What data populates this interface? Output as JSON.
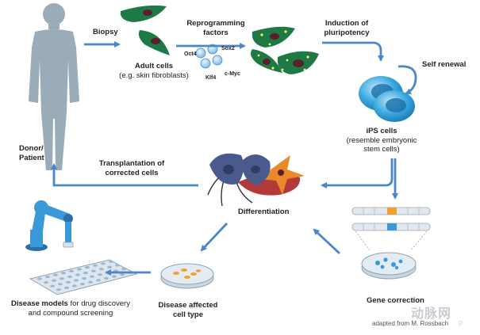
{
  "labels": {
    "donor": "Donor/\nPatient",
    "biopsy": "Biopsy",
    "adult_cells_title": "Adult cells",
    "adult_cells_sub": "(e.g. skin fibroblasts)",
    "reprogramming": "Reprogramming\nfactors",
    "factor_oct4": "Oct4",
    "factor_sox2": "Sox2",
    "factor_klf4": "Klf4",
    "factor_cmyc": "c-Myc",
    "induction": "Induction of\npluripotency",
    "self_renewal": "Self renewal",
    "ips_title": "iPS cells",
    "ips_sub": "(resemble embryonic\nstem cells)",
    "transplantation": "Transplantation of\ncorrected cells",
    "differentiation": "Differentiation",
    "gene_correction": "Gene correction",
    "disease_models_bold": "Disease models",
    "disease_models_rest": " for drug discovery",
    "disease_models_line2": "and compound screening",
    "disease_cell_type": "Disease affected\ncell type",
    "credit": "adapted from M. Rossbach",
    "watermark": "动脉网",
    "watermark_sub": "p"
  },
  "colors": {
    "arrow": "#4a86c8",
    "human": "#9aacb8",
    "fibroblast": "#1e7a45",
    "fibroblast_nucleus": "#5a1f2a",
    "ips": "#3aa9e0",
    "neuron_blue": "#4a5a8c",
    "neuron_orange": "#e8892a",
    "muscle_red": "#b23a3a",
    "robot_blue": "#3a9ad8",
    "dish_orange": "#f0a030"
  },
  "icons": {
    "human": "human-silhouette-icon",
    "fibroblast": "fibroblast-cell-icon",
    "ips": "ips-cell-icon",
    "factor": "transcription-factor-icon",
    "differentiated": "differentiated-cells-icon",
    "dna": "chromosome-icon",
    "dish": "petri-dish-icon",
    "robot": "robot-arm-icon",
    "plate": "well-plate-icon"
  }
}
